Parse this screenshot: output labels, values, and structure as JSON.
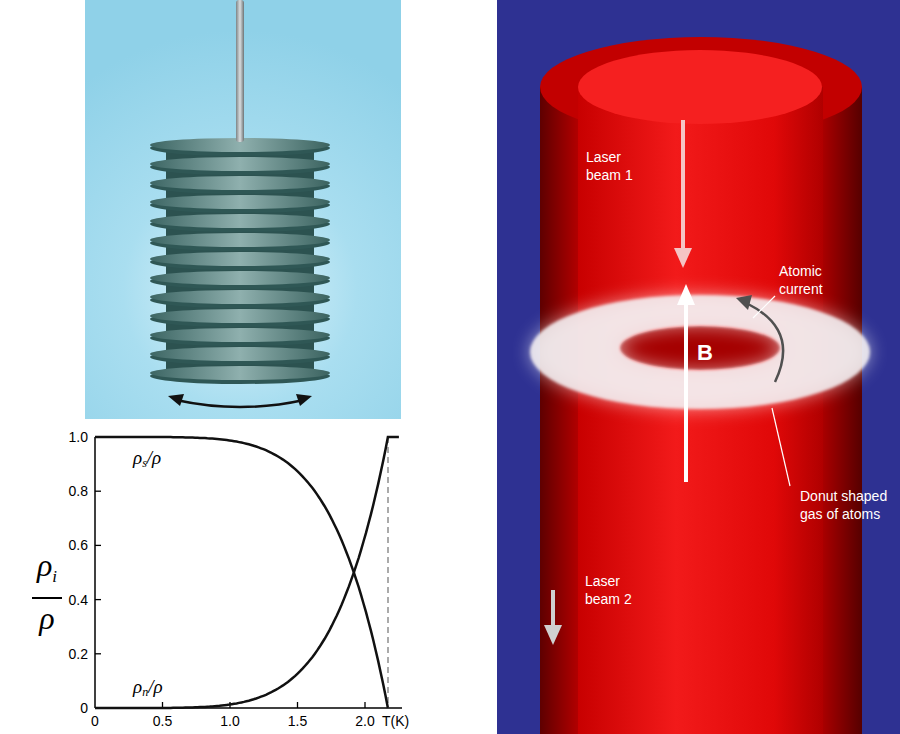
{
  "diagram": {
    "labels": [
      "Laser beam 1",
      "Atomic current",
      "B",
      "Donut shaped gas of atoms",
      "Laser beam 2",
      "1.0",
      "0.8",
      "0.6",
      "0.4",
      "0.2",
      "0",
      "ρ",
      "s",
      "/ρ",
      "ρ",
      "n",
      "/ρ",
      "ρ",
      "i",
      "ρ",
      "0",
      "0.5",
      "1.0",
      "1.5",
      "2.0",
      "T(K)"
    ]
  }
}
